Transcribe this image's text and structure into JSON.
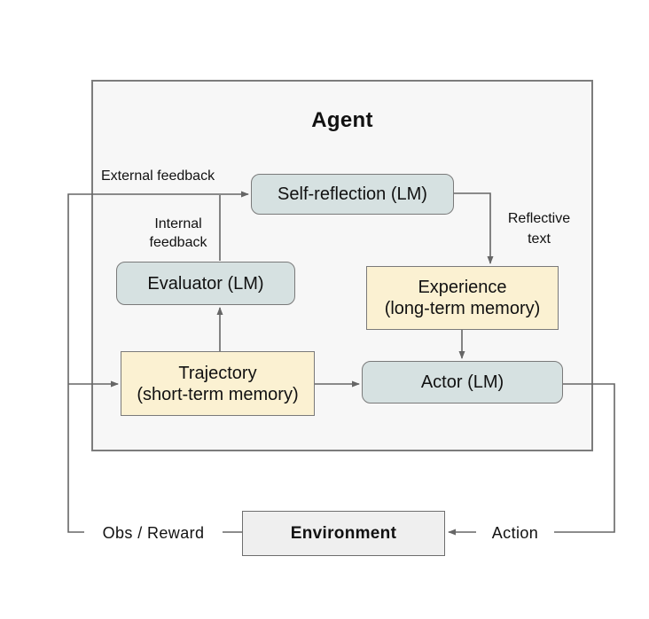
{
  "diagram": {
    "title": "Agent",
    "nodes": {
      "self_reflection": {
        "label": "Self-reflection (LM)"
      },
      "evaluator": {
        "label": "Evaluator (LM)"
      },
      "actor": {
        "label": "Actor (LM)"
      },
      "experience": {
        "label": "Experience",
        "sublabel": "(long-term memory)"
      },
      "trajectory": {
        "label": "Trajectory",
        "sublabel": "(short-term memory)"
      },
      "environment": {
        "label": "Environment"
      }
    },
    "edge_labels": {
      "external_feedback": "External feedback",
      "internal_feedback": "Internal feedback",
      "reflective_text": "Reflective text",
      "obs_reward": "Obs / Reward",
      "action": "Action"
    },
    "colors": {
      "lm_node_fill": "#d6e1e1",
      "memory_node_fill": "#fbf1d2",
      "environment_fill": "#efefef",
      "agent_fill": "#f7f7f7",
      "node_border": "#7a7a7a",
      "agent_border": "#7c7c7c",
      "environment_border": "#6e6e6e",
      "arrow": "#666666",
      "text": "#111111"
    }
  }
}
